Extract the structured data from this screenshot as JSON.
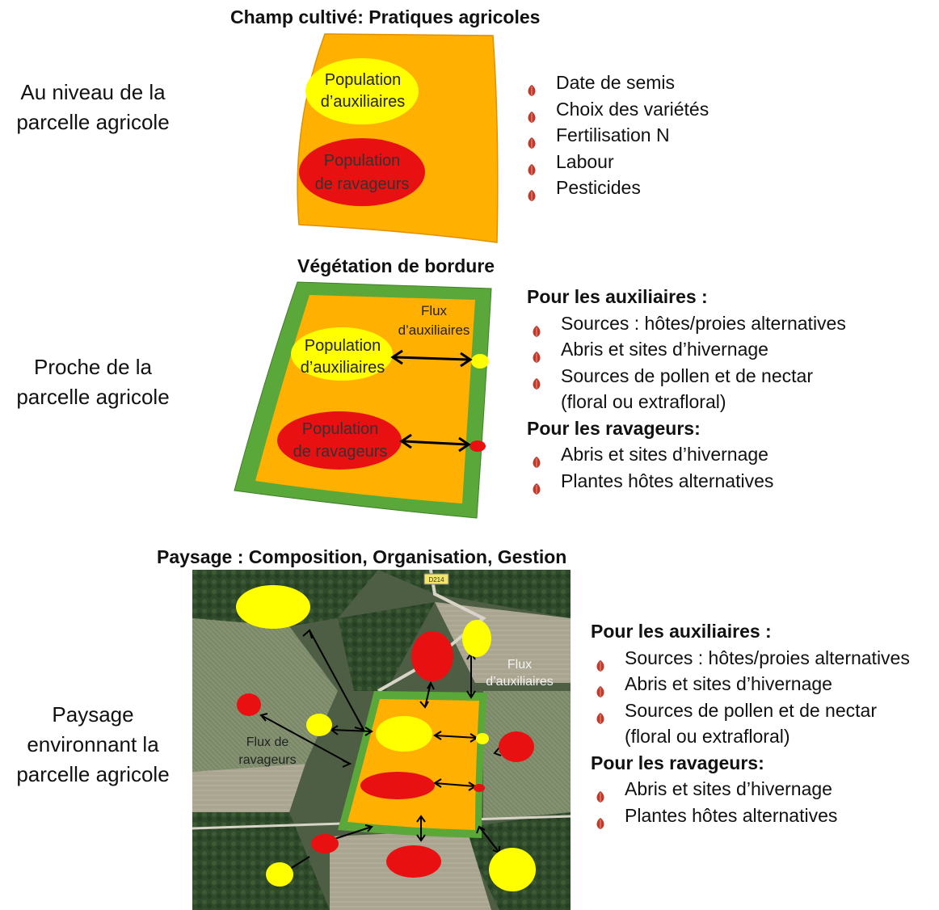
{
  "section1": {
    "title": "Champ cultivé: Pratiques agricoles",
    "row_label": [
      "Au niveau de la",
      "parcelle agricole"
    ],
    "aux_label": [
      "Population",
      "d’auxiliaires"
    ],
    "rav_label": [
      "Population",
      "de ravageurs"
    ],
    "practices": [
      "Date de semis",
      "Choix des variétés",
      "Fertilisation N",
      "Labour",
      "Pesticides"
    ]
  },
  "section2": {
    "title": "Végétation de bordure",
    "row_label": [
      "Proche de la",
      "parcelle agricole"
    ],
    "aux_label": [
      "Population",
      "d’auxiliaires"
    ],
    "rav_label": [
      "Population",
      "de ravageurs"
    ],
    "flux_label": [
      "Flux",
      "d’auxiliaires"
    ],
    "aux_heading": "Pour les auxiliaires :",
    "aux_items": [
      "Sources : hôtes/proies alternatives",
      "Abris et sites d’hivernage",
      "Sources de pollen et de nectar"
    ],
    "aux_sub": "(floral ou extrafloral)",
    "rav_heading": "Pour les ravageurs:",
    "rav_items": [
      "Abris et sites d’hivernage",
      "Plantes hôtes alternatives"
    ]
  },
  "section3": {
    "title": "Paysage : Composition, Organisation, Gestion",
    "row_label": [
      "Paysage",
      "environnant la",
      "parcelle agricole"
    ],
    "flux_aux_label": [
      "Flux",
      "d’auxiliaires"
    ],
    "flux_rav_label": [
      "Flux de",
      "ravageurs"
    ],
    "road_label": "D214",
    "aux_heading": "Pour les auxiliaires :",
    "aux_items": [
      "Sources : hôtes/proies alternatives",
      "Abris et sites d’hivernage",
      "Sources de pollen et de nectar"
    ],
    "aux_sub": "(floral ou extrafloral)",
    "rav_heading": "Pour les ravageurs:",
    "rav_items": [
      "Abris et sites d’hivernage",
      "Plantes hôtes alternatives"
    ]
  },
  "colors": {
    "field": "#ffb000",
    "field_edge": "#e09000",
    "border_veg": "#5aa83a",
    "auxiliaires": "#ffff00",
    "ravageurs": "#e81010",
    "bullet": "#c0392b"
  }
}
